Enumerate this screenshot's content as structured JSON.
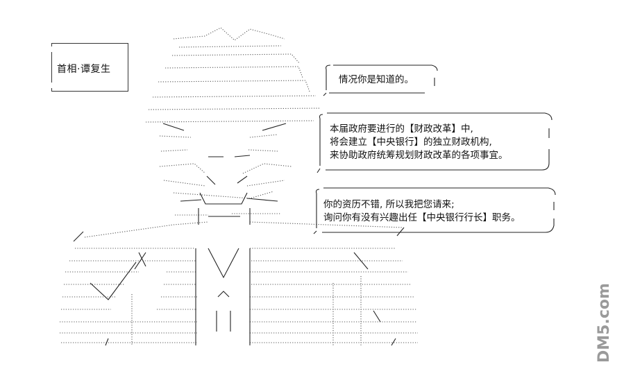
{
  "caption": {
    "text": "首相·谭复生"
  },
  "bubbles": [
    {
      "lines": [
        "情况你是知道的。"
      ]
    },
    {
      "lines": [
        "本届政府要进行的【财政改革】中,",
        "将会建立【中央银行】的独立财政机构,",
        "来协助政府统筹规划财政改革的各项事宜。"
      ]
    },
    {
      "lines": [
        "你的资历不错, 所以我把您请来;",
        "询问你有没有兴趣出任【中央银行行长】职务。"
      ]
    }
  ],
  "watermark": {
    "text": "DM5.com"
  },
  "colors": {
    "background": "#ffffff",
    "ink": "#111111",
    "dots": "#555555"
  }
}
